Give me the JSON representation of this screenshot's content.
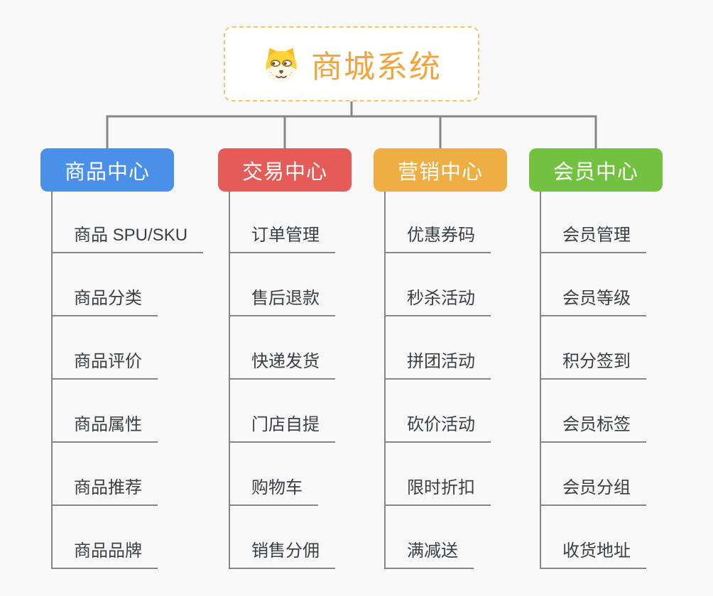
{
  "root": {
    "title": "商城系统",
    "icon": "shiba-dog-face"
  },
  "branches": [
    {
      "label": "商品中心",
      "color": "#4a90e8",
      "items": [
        "商品 SPU/SKU",
        "商品分类",
        "商品评价",
        "商品属性",
        "商品推荐",
        "商品品牌"
      ]
    },
    {
      "label": "交易中心",
      "color": "#e45b58",
      "items": [
        "订单管理",
        "售后退款",
        "快递发货",
        "门店自提",
        "购物车",
        "销售分佣"
      ]
    },
    {
      "label": "营销中心",
      "color": "#efae44",
      "items": [
        "优惠券码",
        "秒杀活动",
        "拼团活动",
        "砍价活动",
        "限时折扣",
        "满减送"
      ]
    },
    {
      "label": "会员中心",
      "color": "#72c141",
      "items": [
        "会员管理",
        "会员等级",
        "积分签到",
        "会员标签",
        "会员分组",
        "收货地址"
      ]
    }
  ],
  "colors": {
    "background": "#f8f8f8",
    "root_border": "#f5c468",
    "root_text": "#f0a63c",
    "connector": "#868686",
    "subtopic_text": "#3b3e44",
    "branch_text": "#ffffff"
  }
}
